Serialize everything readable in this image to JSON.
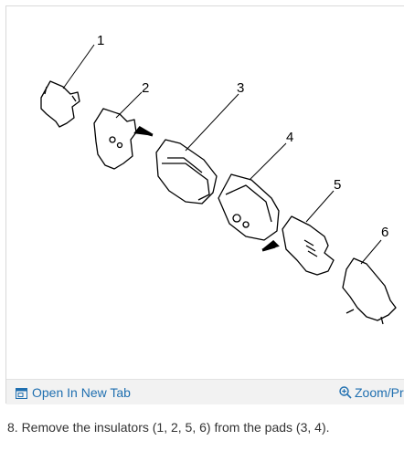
{
  "diagram": {
    "callouts": [
      "1",
      "2",
      "3",
      "4",
      "5",
      "6"
    ]
  },
  "toolbar": {
    "open_tab_label": "Open In New Tab",
    "zoom_label": "Zoom/Pr"
  },
  "caption": "8. Remove the insulators (1, 2, 5, 6) from the pads (3, 4)."
}
